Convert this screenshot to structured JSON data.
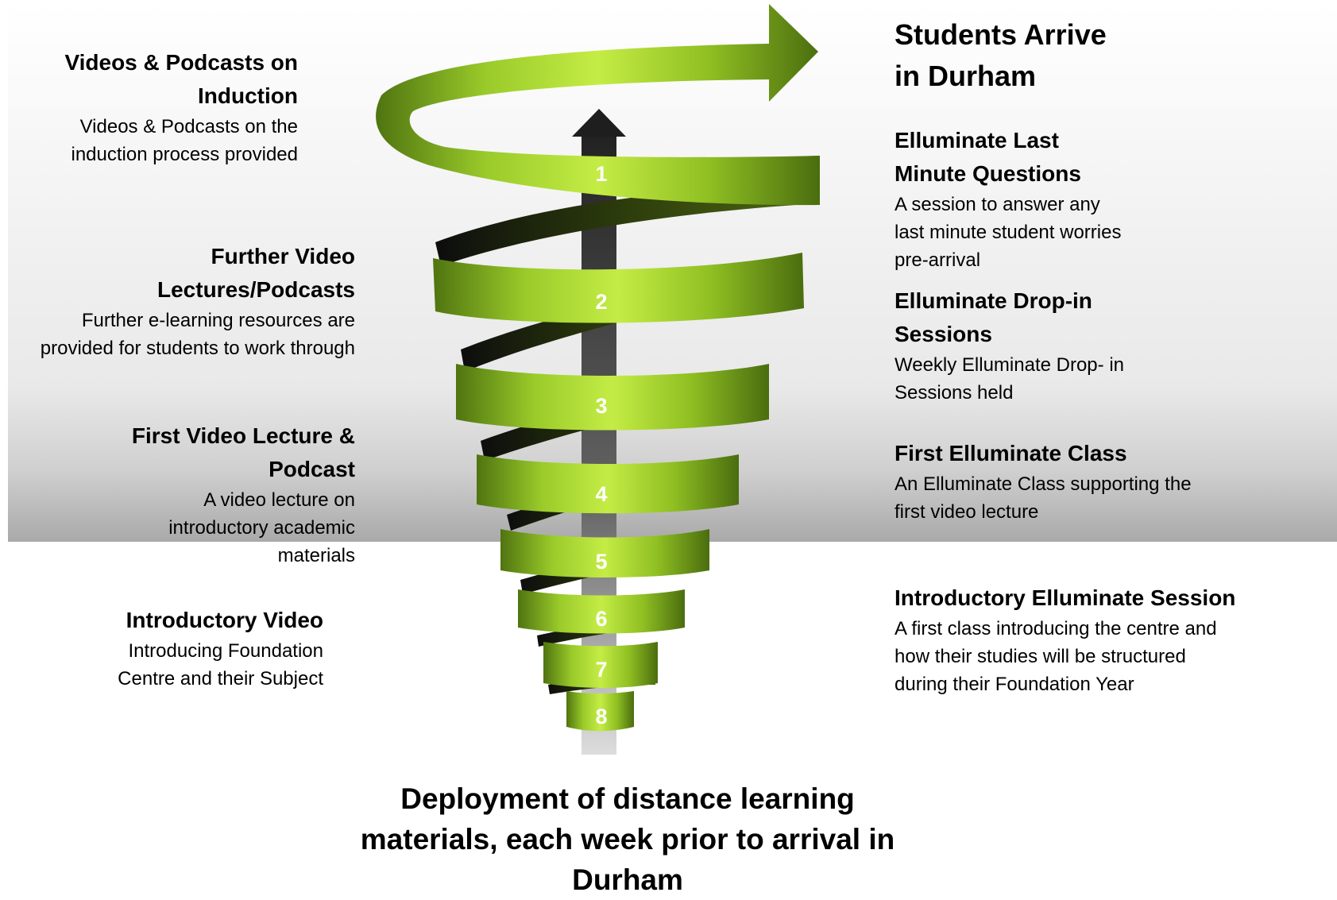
{
  "diagram": {
    "caption": "Deployment of distance learning materials, each week prior to arrival in Durham",
    "colors": {
      "ribbon_light": "#b7e43a",
      "ribbon_mid": "#86b51e",
      "ribbon_dark": "#3e5a0c",
      "arrow_dark": "#1e1e1e"
    },
    "steps": [
      "1",
      "2",
      "3",
      "4",
      "5",
      "6",
      "7",
      "8"
    ],
    "left_labels": [
      {
        "title": "Videos & Podcasts on Induction",
        "desc": "Videos & Podcasts on the induction process provided"
      },
      {
        "title": "Further Video Lectures/Podcasts",
        "desc": "Further e-learning resources are provided for students to work through"
      },
      {
        "title": "First Video Lecture & Podcast",
        "desc": "A video lecture on introductory academic materials"
      },
      {
        "title": "Introductory Video",
        "desc": "Introducing Foundation Centre and their Subject"
      }
    ],
    "right_labels": [
      {
        "title": "Students Arrive in Durham",
        "desc": ""
      },
      {
        "title": "Elluminate Last Minute Questions",
        "desc": "A session to answer any last minute student worries pre-arrival"
      },
      {
        "title": "Elluminate Drop-in Sessions",
        "desc": "Weekly Elluminate Drop- in Sessions held"
      },
      {
        "title": "First Elluminate Class",
        "desc": "An Elluminate Class supporting the first video lecture"
      },
      {
        "title": "Introductory Elluminate Session",
        "desc": "A first class introducing the centre and how their studies will be structured during their Foundation Year"
      }
    ]
  }
}
